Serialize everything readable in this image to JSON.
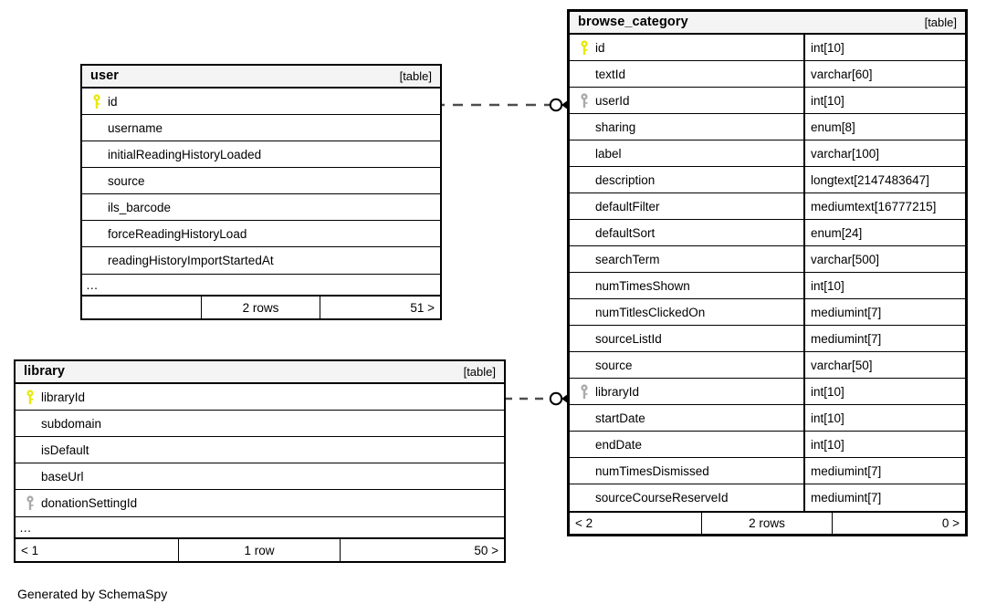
{
  "diagram": {
    "caption": "Generated by SchemaSpy",
    "table_tag": "[table]",
    "ellipsis": "…",
    "key_colors": {
      "primary_key": "#e8e80d",
      "foreign_key": "#aaaaaa"
    }
  },
  "tables": {
    "user": {
      "name": "user",
      "tag": "[table]",
      "columns": [
        {
          "name": "id",
          "type": "",
          "key": "primary"
        },
        {
          "name": "username",
          "type": "",
          "key": "none"
        },
        {
          "name": "initialReadingHistoryLoaded",
          "type": "",
          "key": "none"
        },
        {
          "name": "source",
          "type": "",
          "key": "none"
        },
        {
          "name": "ils_barcode",
          "type": "",
          "key": "none"
        },
        {
          "name": "forceReadingHistoryLoad",
          "type": "",
          "key": "none"
        },
        {
          "name": "readingHistoryImportStartedAt",
          "type": "",
          "key": "none"
        }
      ],
      "more_indicator": "…",
      "footer": {
        "left": "",
        "middle": "2 rows",
        "right": "51 >"
      }
    },
    "library": {
      "name": "library",
      "tag": "[table]",
      "columns": [
        {
          "name": "libraryId",
          "type": "",
          "key": "primary"
        },
        {
          "name": "subdomain",
          "type": "",
          "key": "none"
        },
        {
          "name": "isDefault",
          "type": "",
          "key": "none"
        },
        {
          "name": "baseUrl",
          "type": "",
          "key": "none"
        },
        {
          "name": "donationSettingId",
          "type": "",
          "key": "foreign"
        }
      ],
      "more_indicator": "…",
      "footer": {
        "left": "< 1",
        "middle": "1 row",
        "right": "50 >"
      }
    },
    "browse_category": {
      "name": "browse_category",
      "tag": "[table]",
      "columns": [
        {
          "name": "id",
          "type": "int[10]",
          "key": "primary"
        },
        {
          "name": "textId",
          "type": "varchar[60]",
          "key": "none"
        },
        {
          "name": "userId",
          "type": "int[10]",
          "key": "foreign"
        },
        {
          "name": "sharing",
          "type": "enum[8]",
          "key": "none"
        },
        {
          "name": "label",
          "type": "varchar[100]",
          "key": "none"
        },
        {
          "name": "description",
          "type": "longtext[2147483647]",
          "key": "none"
        },
        {
          "name": "defaultFilter",
          "type": "mediumtext[16777215]",
          "key": "none"
        },
        {
          "name": "defaultSort",
          "type": "enum[24]",
          "key": "none"
        },
        {
          "name": "searchTerm",
          "type": "varchar[500]",
          "key": "none"
        },
        {
          "name": "numTimesShown",
          "type": "int[10]",
          "key": "none"
        },
        {
          "name": "numTitlesClickedOn",
          "type": "mediumint[7]",
          "key": "none"
        },
        {
          "name": "sourceListId",
          "type": "mediumint[7]",
          "key": "none"
        },
        {
          "name": "source",
          "type": "varchar[50]",
          "key": "none"
        },
        {
          "name": "libraryId",
          "type": "int[10]",
          "key": "foreign"
        },
        {
          "name": "startDate",
          "type": "int[10]",
          "key": "none"
        },
        {
          "name": "endDate",
          "type": "int[10]",
          "key": "none"
        },
        {
          "name": "numTimesDismissed",
          "type": "mediumint[7]",
          "key": "none"
        },
        {
          "name": "sourceCourseReserveId",
          "type": "mediumint[7]",
          "key": "none"
        }
      ],
      "footer": {
        "left": "< 2",
        "middle": "2 rows",
        "right": "0 >"
      }
    }
  },
  "relationships": [
    {
      "from_table": "user",
      "from_column": "id",
      "to_table": "browse_category",
      "to_column": "userId",
      "style": "dashed"
    },
    {
      "from_table": "library",
      "from_column": "libraryId",
      "to_table": "browse_category",
      "to_column": "libraryId",
      "style": "dashed"
    }
  ]
}
